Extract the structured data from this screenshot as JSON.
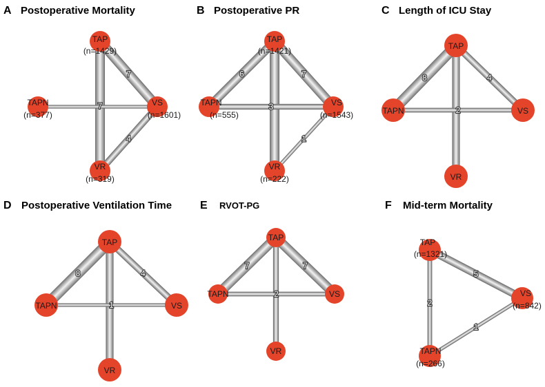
{
  "figure": {
    "colors": {
      "node": "#e3442a",
      "edge_dark": "#7d7d7d",
      "edge_light": "#f2f2f2",
      "text": "#1a1a1a"
    },
    "panels": [
      {
        "letter": "A",
        "title": "Postoperative Mortality",
        "nodes": [
          {
            "id": "TAP",
            "label": "TAP",
            "count": "(n=1429)"
          },
          {
            "id": "TAPN",
            "label": "TAPN",
            "count": "(n=377)"
          },
          {
            "id": "VS",
            "label": "VS",
            "count": "(n=1601)"
          },
          {
            "id": "VR",
            "label": "VR",
            "count": "(n=319)"
          }
        ],
        "edges": [
          {
            "from": "TAP",
            "to": "VR",
            "studies": "7",
            "weight": 7
          },
          {
            "from": "TAP",
            "to": "VS",
            "studies": "7",
            "weight": 7
          },
          {
            "from": "TAPN",
            "to": "VS",
            "studies": "",
            "weight": 1
          },
          {
            "from": "VS",
            "to": "VR",
            "studies": "4",
            "weight": 4
          }
        ]
      },
      {
        "letter": "B",
        "title": "Postoperative PR",
        "nodes": [
          {
            "id": "TAP",
            "label": "TAP",
            "count": "(n=1421)"
          },
          {
            "id": "TAPN",
            "label": "TAPN",
            "count": "(n=555)"
          },
          {
            "id": "VS",
            "label": "VS",
            "count": "(n=1543)"
          },
          {
            "id": "VR",
            "label": "VR",
            "count": "(n=222)"
          }
        ],
        "edges": [
          {
            "from": "TAP",
            "to": "TAPN",
            "studies": "6",
            "weight": 6
          },
          {
            "from": "TAP",
            "to": "VS",
            "studies": "7",
            "weight": 7
          },
          {
            "from": "TAP",
            "to": "VR",
            "studies": "",
            "weight": 7
          },
          {
            "from": "TAPN",
            "to": "VS",
            "studies": "3",
            "weight": 3
          },
          {
            "from": "VS",
            "to": "VR",
            "studies": "1",
            "weight": 1
          }
        ]
      },
      {
        "letter": "C",
        "title": "Length of ICU Stay",
        "nodes": [
          {
            "id": "TAP",
            "label": "TAP",
            "count": ""
          },
          {
            "id": "TAPN",
            "label": "TAPN",
            "count": ""
          },
          {
            "id": "VS",
            "label": "VS",
            "count": ""
          },
          {
            "id": "VR",
            "label": "VR",
            "count": ""
          }
        ],
        "edges": [
          {
            "from": "TAP",
            "to": "TAPN",
            "studies": "8",
            "weight": 8
          },
          {
            "from": "TAP",
            "to": "VS",
            "studies": "4",
            "weight": 4
          },
          {
            "from": "TAP",
            "to": "VR",
            "studies": "",
            "weight": 5
          },
          {
            "from": "TAPN",
            "to": "VS",
            "studies": "2",
            "weight": 2
          }
        ]
      },
      {
        "letter": "D",
        "title": "Postoperative Ventilation Time",
        "nodes": [
          {
            "id": "TAP",
            "label": "TAP",
            "count": ""
          },
          {
            "id": "TAPN",
            "label": "TAPN",
            "count": ""
          },
          {
            "id": "VS",
            "label": "VS",
            "count": ""
          },
          {
            "id": "VR",
            "label": "VR",
            "count": ""
          }
        ],
        "edges": [
          {
            "from": "TAP",
            "to": "TAPN",
            "studies": "8",
            "weight": 8
          },
          {
            "from": "TAP",
            "to": "VS",
            "studies": "4",
            "weight": 4
          },
          {
            "from": "TAP",
            "to": "VR",
            "studies": "",
            "weight": 5
          },
          {
            "from": "TAPN",
            "to": "VS",
            "studies": "1",
            "weight": 1
          }
        ]
      },
      {
        "letter": "E",
        "title": "RVOT-PG",
        "nodes": [
          {
            "id": "TAP",
            "label": "TAP",
            "count": ""
          },
          {
            "id": "TAPN",
            "label": "TAPN",
            "count": ""
          },
          {
            "id": "VS",
            "label": "VS",
            "count": ""
          },
          {
            "id": "VR",
            "label": "VR",
            "count": ""
          }
        ],
        "edges": [
          {
            "from": "TAP",
            "to": "TAPN",
            "studies": "7",
            "weight": 7
          },
          {
            "from": "TAP",
            "to": "VS",
            "studies": "7",
            "weight": 7
          },
          {
            "from": "TAP",
            "to": "VR",
            "studies": "",
            "weight": 3
          },
          {
            "from": "TAPN",
            "to": "VS",
            "studies": "2",
            "weight": 2
          }
        ]
      },
      {
        "letter": "F",
        "title": "Mid-term Mortality",
        "nodes": [
          {
            "id": "TAP",
            "label": "TAP",
            "count": "(n=1321)"
          },
          {
            "id": "VS",
            "label": "VS",
            "count": "(n=842)"
          },
          {
            "id": "TAPN",
            "label": "TAPN",
            "count": "(n=266)"
          }
        ],
        "edges": [
          {
            "from": "TAP",
            "to": "VS",
            "studies": "5",
            "weight": 5
          },
          {
            "from": "TAP",
            "to": "TAPN",
            "studies": "2",
            "weight": 2
          },
          {
            "from": "VS",
            "to": "TAPN",
            "studies": "1",
            "weight": 1
          }
        ]
      }
    ]
  }
}
